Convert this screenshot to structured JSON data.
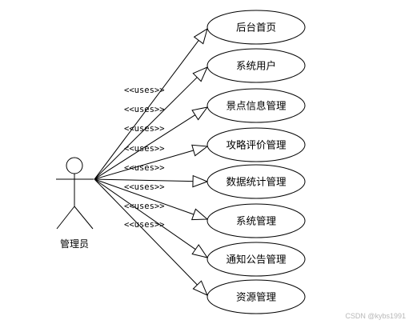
{
  "actor": {
    "label": "管理员"
  },
  "relation_label": "<<uses>>",
  "use_cases": [
    {
      "label": "后台首页"
    },
    {
      "label": "系统用户"
    },
    {
      "label": "景点信息管理"
    },
    {
      "label": "攻略评价管理"
    },
    {
      "label": "数据统计管理"
    },
    {
      "label": "系统管理"
    },
    {
      "label": "通知公告管理"
    },
    {
      "label": "资源管理"
    }
  ],
  "watermark": "CSDN @kybs1991"
}
